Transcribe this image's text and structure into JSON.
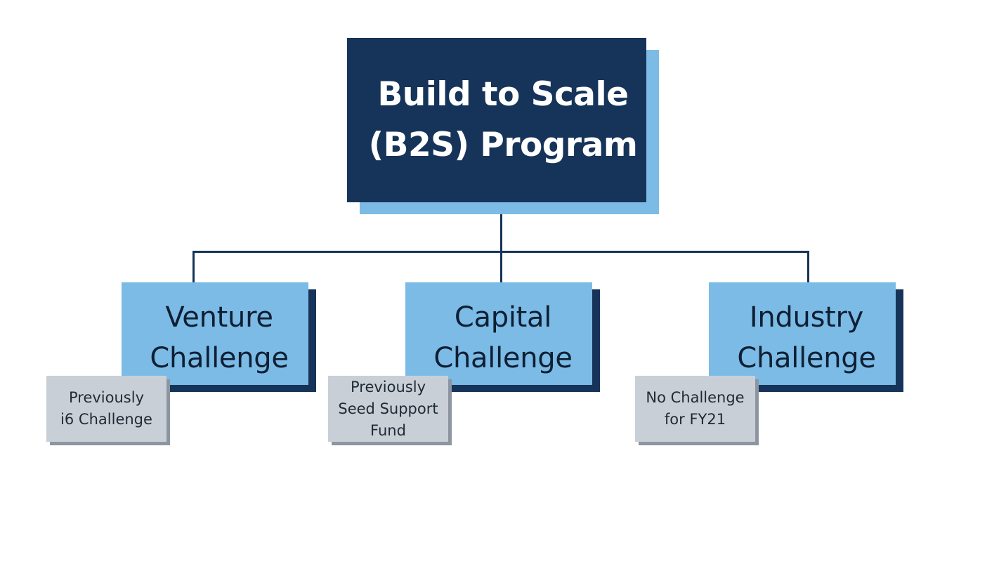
{
  "root": {
    "line1": "Build to Scale",
    "line2": "(B2S) Program"
  },
  "challenges": [
    {
      "line1": "Venture",
      "line2": "Challenge",
      "note": [
        "Previously",
        "i6 Challenge"
      ]
    },
    {
      "line1": "Capital",
      "line2": "Challenge",
      "note": [
        "Previously",
        "Seed Support",
        "Fund"
      ]
    },
    {
      "line1": "Industry",
      "line2": "Challenge",
      "note": [
        "No Challenge",
        "for FY21"
      ]
    }
  ],
  "colors": {
    "navy": "#163459",
    "light_blue": "#7bbbe6",
    "note_gray": "#c9cfd6",
    "note_shadow": "#8d96a0"
  }
}
